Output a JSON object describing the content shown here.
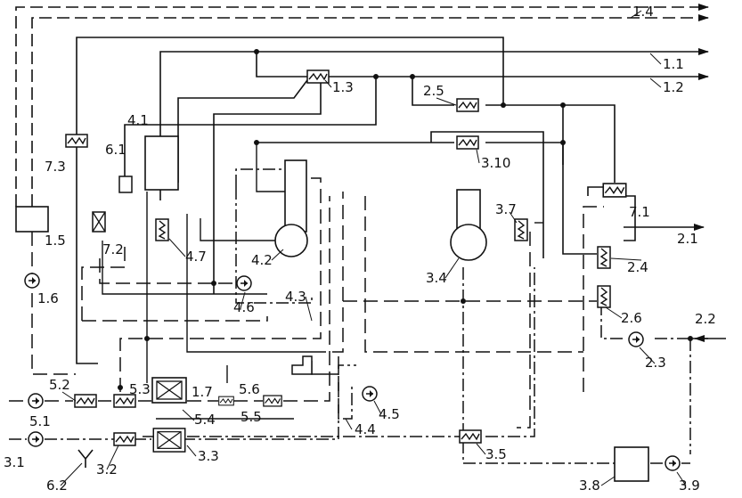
{
  "labels": {
    "l_1_1": "1.1",
    "l_1_2": "1.2",
    "l_1_3": "1.3",
    "l_1_4": "1.4",
    "l_1_5": "1.5",
    "l_1_6": "1.6",
    "l_1_7": "1.7",
    "l_2_1": "2.1",
    "l_2_2": "2.2",
    "l_2_3": "2.3",
    "l_2_4": "2.4",
    "l_2_5": "2.5",
    "l_2_6": "2.6",
    "l_3_1": "3.1",
    "l_3_2": "3.2",
    "l_3_3": "3.3",
    "l_3_4": "3.4",
    "l_3_5": "3.5",
    "l_3_7": "3.7",
    "l_3_8": "3.8",
    "l_3_9": "3.9",
    "l_3_10": "3.10",
    "l_4_1": "4.1",
    "l_4_2": "4.2",
    "l_4_3": "4.3",
    "l_4_4": "4.4",
    "l_4_5": "4.5",
    "l_4_6": "4.6",
    "l_4_7": "4.7",
    "l_5_1": "5.1",
    "l_5_2": "5.2",
    "l_5_3": "5.3",
    "l_5_4": "5.4",
    "l_5_5": "5.5",
    "l_5_6": "5.6",
    "l_6_1": "6.1",
    "l_6_2": "6.2",
    "l_7_1": "7.1",
    "l_7_2": "7.2",
    "l_7_3": "7.3"
  }
}
